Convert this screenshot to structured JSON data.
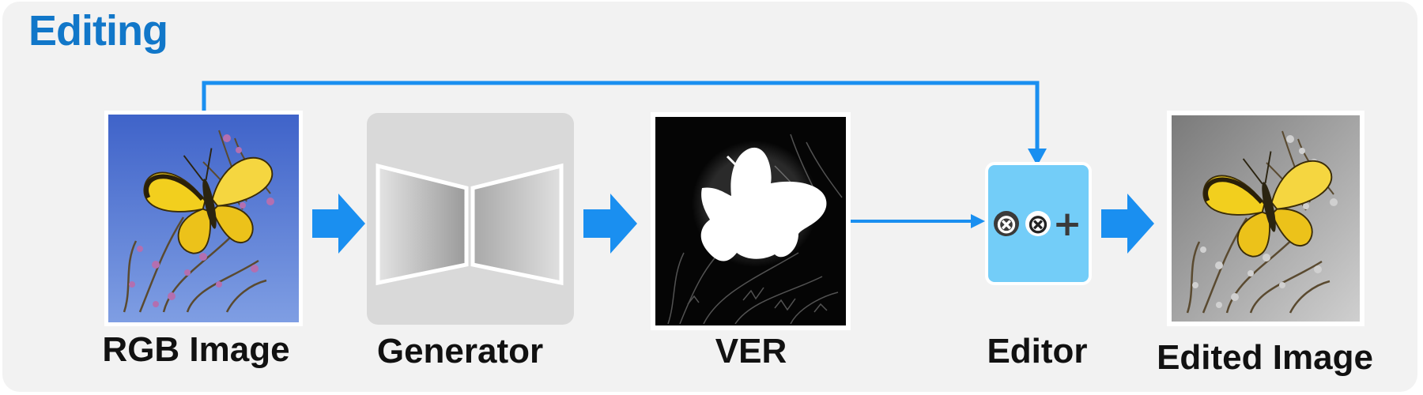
{
  "section_title": "Editing",
  "nodes": {
    "rgb_image": {
      "label": "RGB Image"
    },
    "generator": {
      "label": "Generator"
    },
    "ver": {
      "label": "VER"
    },
    "editor": {
      "label": "Editor",
      "ops": [
        "⊗",
        "⊗",
        "+"
      ]
    },
    "edited_image": {
      "label": "Edited Image"
    }
  },
  "colors": {
    "accent": "#1177c9",
    "arrow": "#1a8ff0",
    "editor_fill": "#73cdf8",
    "generator_bg": "#d9d9d9",
    "panel_bg": "#f2f2f2"
  }
}
